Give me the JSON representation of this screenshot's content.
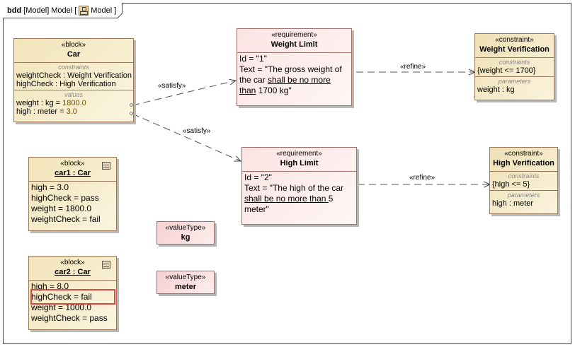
{
  "frame": {
    "kind": "bdd",
    "owner": "[Model]",
    "name": "Model",
    "bracket_open": "[",
    "diagram_icon": "block-diagram-icon",
    "diagram_name": "Model",
    "bracket_close": "]"
  },
  "car_block": {
    "stereotype": "«block»",
    "name": "Car",
    "constraints_label": "constraints",
    "constraints": [
      "weightCheck : Weight Verification",
      "highCheck : High Verification"
    ],
    "values_label": "values",
    "values": [
      {
        "name": "weight : kg = ",
        "value": "1800.0"
      },
      {
        "name": "high : meter = ",
        "value": "3.0"
      }
    ]
  },
  "weight_limit": {
    "stereotype": "«requirement»",
    "name": "Weight Limit",
    "id_line": "Id = \"1\"",
    "text_parts": [
      "Text = \"The gross weight of",
      "the car ",
      "shall be ",
      "no more ",
      "than",
      " 1700 kg\""
    ]
  },
  "high_limit": {
    "stereotype": "«requirement»",
    "name": "High Limit",
    "id_line": "Id = \"2\"",
    "text_parts": [
      "Text = \"The high of the car",
      "shall be ",
      "no more than ",
      "5",
      "meter\""
    ]
  },
  "weight_verification": {
    "stereotype": "«constraint»",
    "name": "Weight Verification",
    "constraints_label": "constraints",
    "constraint": "{weight <= 1700}",
    "parameters_label": "parameters",
    "parameter": "weight : kg"
  },
  "high_verification": {
    "stereotype": "«constraint»",
    "name": "High Verification",
    "constraints_label": "constraints",
    "constraint": "{high <= 5}",
    "parameters_label": "parameters",
    "parameter": "high : meter"
  },
  "car1": {
    "stereotype": "«block»",
    "name": "car1 : Car",
    "slots": [
      "high = 3.0",
      "highCheck = pass",
      "weight = 1800.0",
      "weightCheck = fail"
    ]
  },
  "car2": {
    "stereotype": "«block»",
    "name": "car2 : Car",
    "slots": [
      "high = 8.0",
      "highCheck = fail",
      "weight = 1000.0",
      "weightCheck = pass"
    ],
    "highlighted_slot": "highCheck = fail",
    "highlight_color": "#e04848"
  },
  "value_types": [
    {
      "stereotype": "«valueType»",
      "name": "kg"
    },
    {
      "stereotype": "«valueType»",
      "name": "meter"
    }
  ],
  "relations": {
    "satisfy_1": "«satisfy»",
    "satisfy_2": "«satisfy»",
    "refine_1": "«refine»",
    "refine_2": "«refine»"
  }
}
